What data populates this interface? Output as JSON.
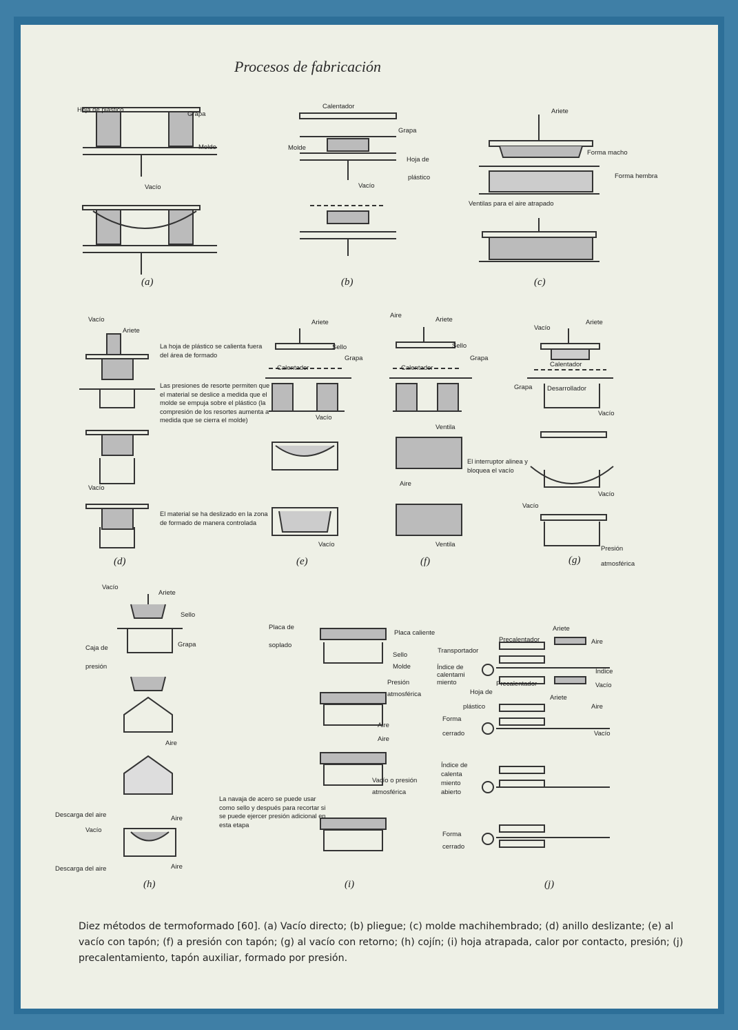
{
  "title": "Procesos de fabricación",
  "labels": {
    "a": {
      "hoja": "Hoja de plástico",
      "grapa": "Grapa",
      "molde": "Molde",
      "vacio": "Vacío"
    },
    "b": {
      "calentador": "Calentador",
      "grapa": "Grapa",
      "molde": "Molde",
      "hoja": "Hoja de",
      "plastico": "plástico",
      "vacio": "Vacío"
    },
    "c": {
      "ariete": "Ariete",
      "macho": "Forma macho",
      "hembra": "Forma hembra",
      "ventilas": "Ventilas para el aire atrapado"
    },
    "d": {
      "vacio": "Vacío",
      "ariete": "Ariete",
      "note1": "La hoja de plástico se calienta fuera del área de formado",
      "note2": "Las presiones de resorte permiten que el material se deslice a medida que el molde se empuja sobre el plástico (la compresión de los resortes aumenta a medida que se cierra el molde)",
      "note3": "El material se ha deslizado en la zona de formado de manera controlada"
    },
    "e": {
      "ariete": "Ariete",
      "sello": "Sello",
      "grapa": "Grapa",
      "calentador": "Calentador",
      "vacio": "Vacío"
    },
    "f": {
      "aire": "Aire",
      "ariete": "Ariete",
      "sello": "Sello",
      "grapa": "Grapa",
      "calentador": "Calentador",
      "ventila": "Ventila"
    },
    "g": {
      "vacio": "Vacío",
      "ariete": "Ariete",
      "calentador": "Calentador",
      "grapa": "Grapa",
      "desarrollador": "Desarrollador",
      "note": "El interruptor alinea y bloquea el vacío",
      "presion": "Presión",
      "atmosferica": "atmosférica"
    },
    "h": {
      "vacio": "Vacío",
      "ariete": "Ariete",
      "sello": "Sello",
      "grapa": "Grapa",
      "caja": "Caja de",
      "presion": "presión",
      "aire": "Aire",
      "descarga": "Descarga del aire"
    },
    "i": {
      "placa": "Placa de",
      "sopl": "soplado",
      "placa_caliente": "Placa caliente",
      "sello": "Sello",
      "molde": "Molde",
      "presion": "Presión",
      "atmosferica": "atmosférica",
      "aire": "Aire",
      "vacio_presion": "Vacío o presión",
      "note": "La navaja de acero se puede usar como sello y después para recortar si se puede ejercer presión adicional en esta etapa"
    },
    "j": {
      "ariete": "Ariete",
      "precalentador": "Precalentador",
      "aire": "Aire",
      "transportador": "Transportador",
      "indice": "Índice de",
      "calentamiento": "calentami",
      "miento": "miento",
      "indice_short": "Índice",
      "vacio": "Vacío",
      "hoja": "Hoja de",
      "plastico": "plástico",
      "forma": "Forma",
      "cerrado": "cerrado",
      "indice_de": "Índice de",
      "calenta": "calenta",
      "abierto": "abierto"
    }
  },
  "captions": [
    "(a)",
    "(b)",
    "(c)",
    "(d)",
    "(e)",
    "(f)",
    "(g)",
    "(h)",
    "(i)",
    "(j)"
  ],
  "figure_caption": "Diez métodos de termoformado [60]. (a) Vacío directo; (b) pliegue; (c) molde machihembrado; (d) anillo deslizante; (e) al vacío con tapón; (f) a presión con tapón; (g) al vacío con retorno; (h) cojín; (i) hoja atrapada, calor por contacto, presión; (j) precalentamiento, tapón auxiliar, formado por presión."
}
